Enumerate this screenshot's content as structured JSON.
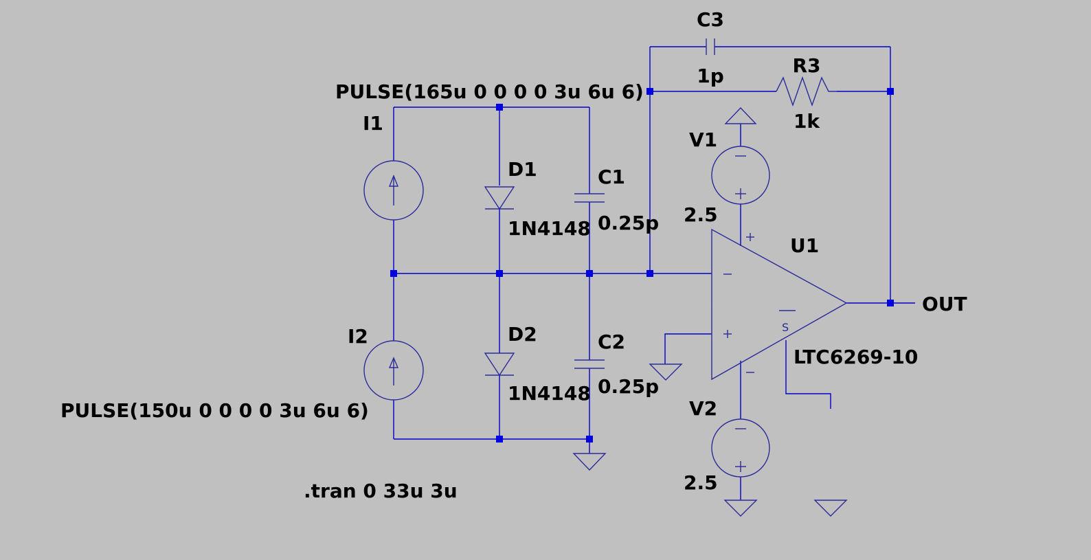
{
  "components": {
    "c3": {
      "ref": "C3",
      "value": "1p"
    },
    "r3": {
      "ref": "R3",
      "value": "1k"
    },
    "i1": {
      "ref": "I1",
      "value": "PULSE(165u 0 0 0 0 3u 6u 6)"
    },
    "i2": {
      "ref": "I2",
      "value": "PULSE(150u 0 0 0 0 3u 6u 6)"
    },
    "d1": {
      "ref": "D1",
      "value": "1N4148"
    },
    "d2": {
      "ref": "D2",
      "value": "1N4148"
    },
    "c1": {
      "ref": "C1",
      "value": "0.25p"
    },
    "c2": {
      "ref": "C2",
      "value": "0.25p"
    },
    "v1": {
      "ref": "V1",
      "value": "2.5"
    },
    "v2": {
      "ref": "V2",
      "value": "2.5"
    },
    "u1": {
      "ref": "U1",
      "value": "LTC6269-10"
    }
  },
  "net_labels": {
    "out": "OUT"
  },
  "directives": {
    "tran": ".tran 0 33u 3u"
  },
  "colors": {
    "background": "#c0c0c0",
    "wire": "#0000c8",
    "component": "#2a2a9a",
    "junction": "#0000e0",
    "text": "#000000"
  }
}
